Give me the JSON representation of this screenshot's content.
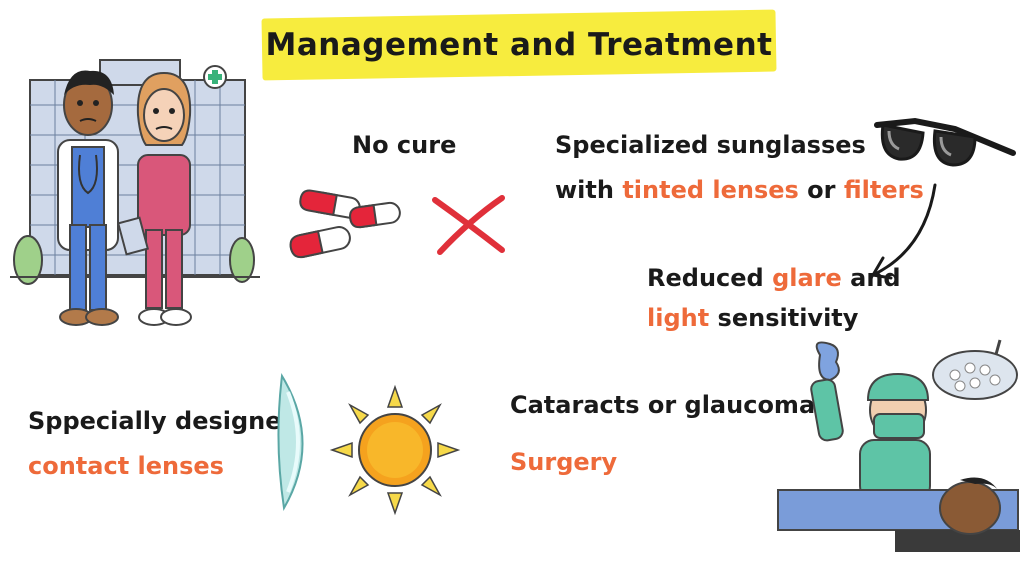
{
  "title": "Management and Treatment",
  "no_cure": {
    "label": "No cure",
    "icons": [
      "pills-icon",
      "red-x-icon"
    ]
  },
  "sunglasses": {
    "line1": "Specialized sunglasses",
    "line2_prefix": "with ",
    "line2_highlight1": "tinted lenses",
    "line2_middle": " or ",
    "line2_highlight2": "filters",
    "icon": "sunglasses-icon"
  },
  "benefit": {
    "line1_prefix": "Reduced ",
    "line1_highlight": "glare",
    "line1_suffix": " and",
    "line2_highlight": "light",
    "line2_suffix": " sensitivity",
    "icon": "curved-arrow-icon"
  },
  "contact_lenses": {
    "line1": "Sppecially designed",
    "line2": "contact lenses",
    "icons": [
      "contact-lens-icon",
      "sun-icon"
    ]
  },
  "surgery": {
    "line1": "Cataracts or glaucoma",
    "line2": "Surgery",
    "icon": "surgeon-icon"
  },
  "colors": {
    "highlight": "#ee6a3a",
    "title_marker": "#f7ec3e",
    "text": "#1a1a1a",
    "x_mark": "#e0303a"
  }
}
